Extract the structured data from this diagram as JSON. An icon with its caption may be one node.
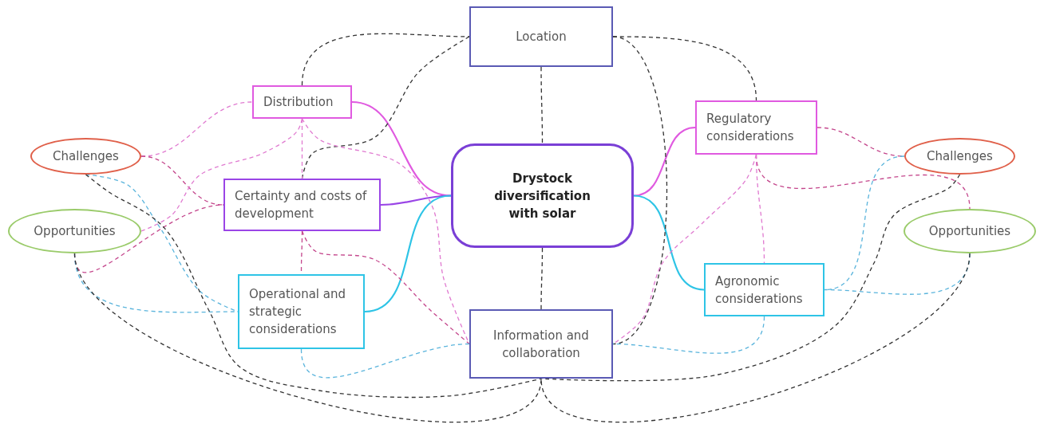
{
  "diagram": {
    "nodes": [
      {
        "text": [
          "Location"
        ]
      },
      {
        "text": [
          "Distribution"
        ]
      },
      {
        "text": [
          "Regulatory considerations"
        ]
      },
      {
        "text": [
          "Challenges"
        ]
      },
      {
        "text": [
          "Drystock diversification with solar"
        ]
      },
      {
        "text": [
          "Challenges"
        ]
      },
      {
        "text": [
          "Certainty and costs of development"
        ]
      },
      {
        "text": [
          "Opportunities"
        ]
      },
      {
        "text": [
          "Opportunities"
        ]
      },
      {
        "text": [
          "Operational and strategic considerations"
        ]
      },
      {
        "text": [
          "Agronomic considerations"
        ]
      },
      {
        "text": [
          "Information and collaboration"
        ]
      }
    ],
    "edges": [
      {
        "from": 1,
        "to": 4,
        "arrow": "none",
        "color": "#e05ae0"
      },
      {
        "from": 6,
        "to": 4,
        "arrow": "none",
        "color": "#9a45e6"
      },
      {
        "from": 9,
        "to": 4,
        "arrow": "none",
        "color": "#2ec4e6"
      },
      {
        "from": 4,
        "to": 2,
        "arrow": "none",
        "color": "#e05ae0"
      },
      {
        "from": 4,
        "to": 10,
        "arrow": "none",
        "color": "#2ec4e6"
      },
      {
        "from": 0,
        "to": 4,
        "arrow": "none",
        "style": "dashed",
        "color": "#333333"
      },
      {
        "from": 4,
        "to": 11,
        "arrow": "none",
        "style": "dashed",
        "color": "#333333"
      },
      {
        "from": 1,
        "to": 0,
        "arrow": "none",
        "style": "dashed",
        "color": "#333333"
      },
      {
        "from": 6,
        "to": 0,
        "arrow": "none",
        "style": "dashed",
        "color": "#333333"
      },
      {
        "from": 0,
        "to": 2,
        "arrow": "none",
        "style": "dashed",
        "color": "#333333"
      },
      {
        "from": 0,
        "to": 11,
        "arrow": "none",
        "style": "dashed",
        "color": "#333333"
      },
      {
        "from": 3,
        "to": 1,
        "arrow": "none",
        "style": "dashed",
        "color": "#e07ad0"
      },
      {
        "from": 3,
        "to": 6,
        "arrow": "none",
        "style": "dashed",
        "color": "#c4468c"
      },
      {
        "from": 7,
        "to": 1,
        "arrow": "none",
        "style": "dashed",
        "color": "#e07ad0"
      },
      {
        "from": 7,
        "to": 6,
        "arrow": "none",
        "style": "dashed",
        "color": "#c4468c"
      },
      {
        "from": 1,
        "to": 6,
        "arrow": "none",
        "style": "dashed",
        "color": "#e07ad0"
      },
      {
        "from": 1,
        "to": 11,
        "arrow": "none",
        "style": "dashed",
        "color": "#e07ad0"
      },
      {
        "from": 6,
        "to": 9,
        "arrow": "none",
        "style": "dashed",
        "color": "#c4468c"
      },
      {
        "from": 6,
        "to": 11,
        "arrow": "none",
        "style": "dashed",
        "color": "#c4468c"
      },
      {
        "from": 3,
        "to": 9,
        "arrow": "none",
        "style": "dashed",
        "color": "#5ab4dc"
      },
      {
        "from": 7,
        "to": 9,
        "arrow": "none",
        "style": "dashed",
        "color": "#5ab4dc"
      },
      {
        "from": 3,
        "to": 11,
        "arrow": "none",
        "style": "dashed",
        "color": "#333333"
      },
      {
        "from": 7,
        "to": 11,
        "arrow": "none",
        "style": "dashed",
        "color": "#333333"
      },
      {
        "from": 9,
        "to": 11,
        "arrow": "none",
        "style": "dashed",
        "color": "#5ab4dc"
      },
      {
        "from": 2,
        "to": 5,
        "arrow": "none",
        "style": "dashed",
        "color": "#c4468c"
      },
      {
        "from": 2,
        "to": 8,
        "arrow": "none",
        "style": "dashed",
        "color": "#c4468c"
      },
      {
        "from": 2,
        "to": 10,
        "arrow": "none",
        "style": "dashed",
        "color": "#e07ad0"
      },
      {
        "from": 2,
        "to": 11,
        "arrow": "none",
        "style": "dashed",
        "color": "#e07ad0"
      },
      {
        "from": 5,
        "to": 10,
        "arrow": "none",
        "style": "dashed",
        "color": "#5ab4dc"
      },
      {
        "from": 8,
        "to": 10,
        "arrow": "none",
        "style": "dashed",
        "color": "#5ab4dc"
      },
      {
        "from": 10,
        "to": 11,
        "arrow": "none",
        "style": "dashed",
        "color": "#5ab4dc"
      },
      {
        "from": 5,
        "to": 11,
        "arrow": "none",
        "style": "dashed",
        "color": "#333333"
      },
      {
        "from": 8,
        "to": 11,
        "arrow": "none",
        "style": "dashed",
        "color": "#333333"
      }
    ]
  }
}
